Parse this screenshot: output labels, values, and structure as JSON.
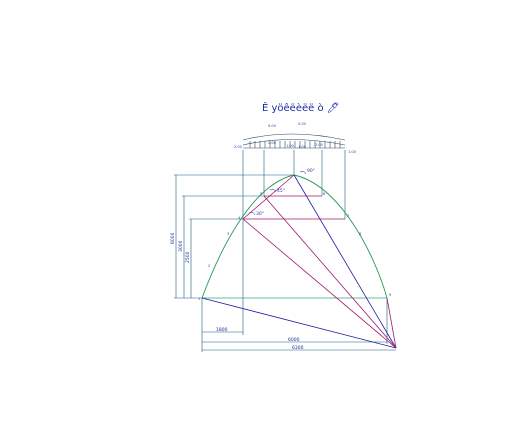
{
  "title": "Ê yöêëèëë ò",
  "title_icon": "pin-icon",
  "load_labels": {
    "top": [
      "0.00",
      "0.00"
    ],
    "bottom": [
      "2.00",
      "2.00",
      "1.00",
      "1.00",
      "2.00",
      "1.00"
    ]
  },
  "angle_labels": [
    "90°",
    "45°",
    "30°"
  ],
  "vertical_dims": [
    "6000",
    "3000",
    "2500"
  ],
  "horizontal_dims": [
    "1800",
    "6000",
    "6300"
  ],
  "point_labels": [
    "1",
    "2",
    "3",
    "4",
    "5",
    "6",
    "7",
    "8",
    "9"
  ],
  "colors": {
    "arch": "#2a9a5a",
    "chord": "#a01a6a",
    "ray": "#1a1aa8",
    "dim": "#1a5a7a",
    "baseline": "#3aa07a"
  }
}
